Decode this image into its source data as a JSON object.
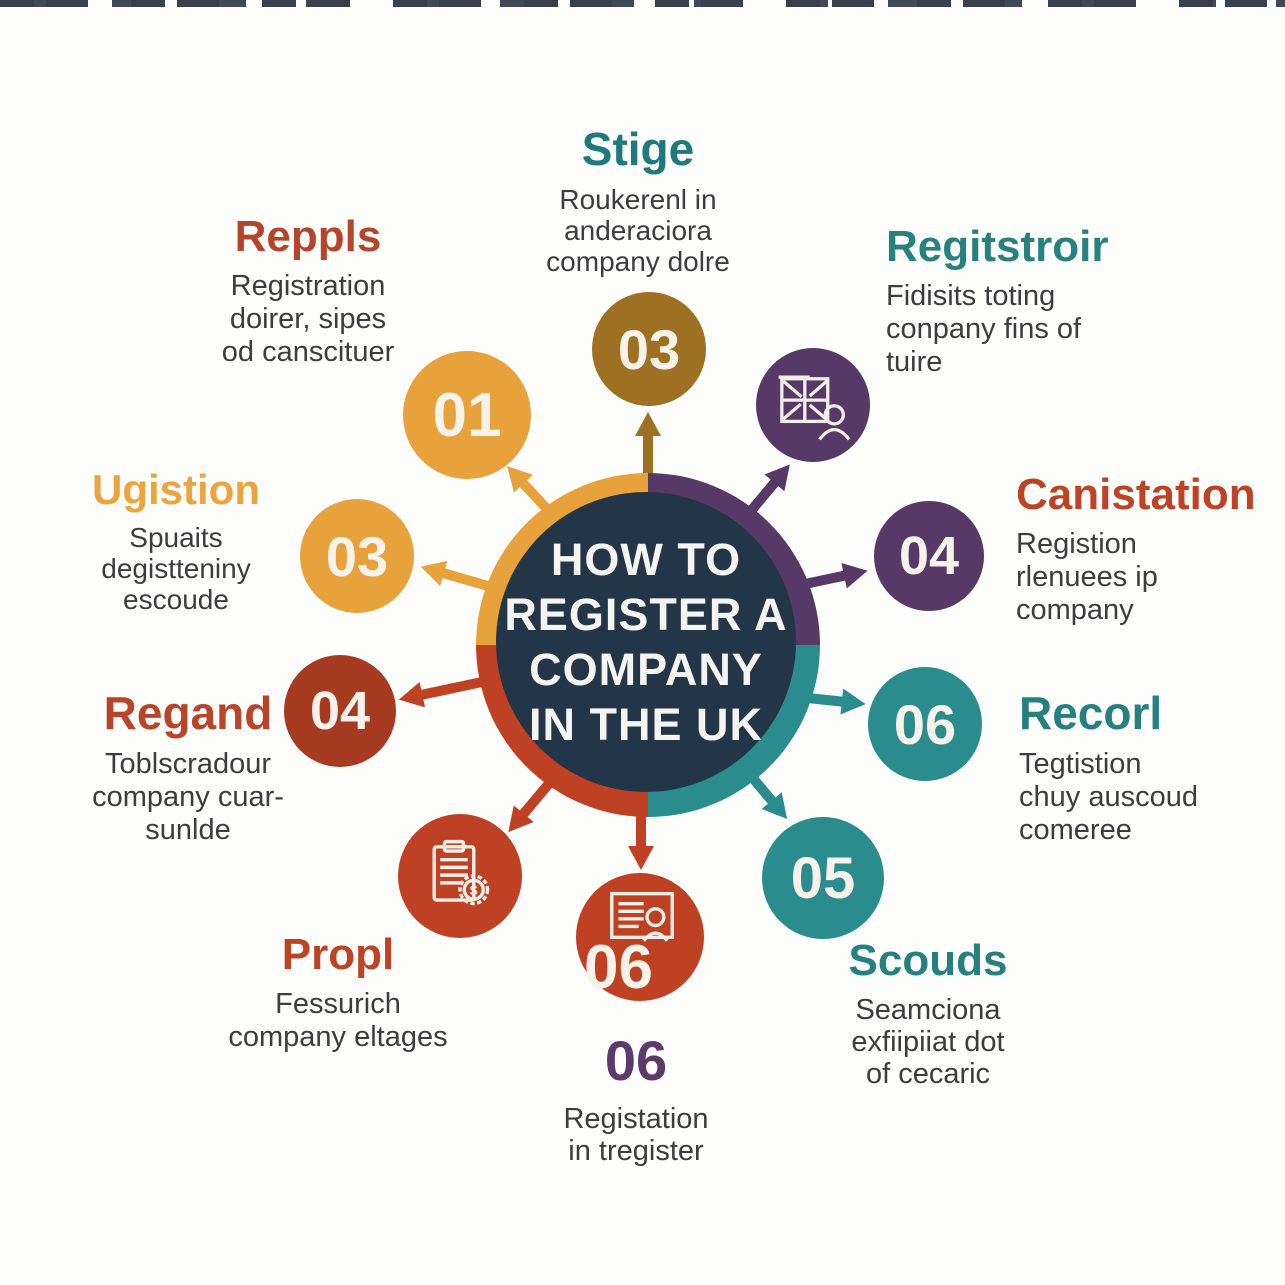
{
  "center": {
    "title_lines": [
      "HOW TO",
      "REGISTER A",
      "COMPANY",
      "IN THE UK"
    ],
    "bg_color": "#233648",
    "ring_colors": {
      "top_left": "#e8a23c",
      "top_right": "#573968",
      "bottom_right": "#2a8c8c",
      "bottom_left": "#bf4123"
    }
  },
  "circles": {
    "n01": {
      "label": "01",
      "color": "#e8a23c"
    },
    "n03_top": {
      "label": "03",
      "color": "#9e7122"
    },
    "n03_left": {
      "label": "03",
      "color": "#e8a23c"
    },
    "n04_right": {
      "label": "04",
      "color": "#573968"
    },
    "n04_left": {
      "label": "04",
      "color": "#a63b22"
    },
    "n05": {
      "label": "05",
      "color": "#2a8c8c"
    },
    "n06_right": {
      "label": "06",
      "color": "#2a8c8c"
    },
    "n06_bottom": {
      "label": "06",
      "color": "#bf4123",
      "icon": "certificate-person-icon"
    },
    "flag": {
      "icon": "uk-flag-person-icon",
      "color": "#573968"
    },
    "doc": {
      "icon": "clipboard-dollar-seal-icon",
      "color": "#bf4123"
    }
  },
  "callouts": {
    "top_center": {
      "title": "Stige",
      "title_color": "#1f7a7e",
      "lines": [
        "Roukerenl in",
        "anderaciora",
        "company dolre"
      ]
    },
    "top_left": {
      "title": "Reppls",
      "title_color": "#b5452a",
      "lines": [
        "Registration",
        "doirer, sipes",
        "od canscituer"
      ]
    },
    "top_right": {
      "title": "Regitstroir",
      "title_color": "#26817f",
      "lines": [
        "Fidisits toting",
        "conpany fins of",
        "tuire"
      ]
    },
    "mid_left": {
      "title": "Ugistion",
      "title_color": "#eba43e",
      "lines": [
        "Spuaits",
        "degistteniny",
        "escoude"
      ]
    },
    "mid_right": {
      "title": "Canistation",
      "title_color": "#bc4425",
      "lines": [
        "Registion",
        "rlenuees ip",
        "company"
      ]
    },
    "lower_left": {
      "title": "Regand",
      "title_color": "#b8442a",
      "lines": [
        "Toblscradour",
        "company cuar-",
        "sunlde"
      ]
    },
    "lower_right": {
      "title": "Recorl",
      "title_color": "#26807f",
      "lines": [
        "Tegtistion",
        "chuy auscoud",
        "comeree"
      ]
    },
    "bottom_left": {
      "title": "Propl",
      "title_color": "#bc4425",
      "lines": [
        "Fessurich",
        "company eltages"
      ]
    },
    "bottom_right": {
      "title": "Scouds",
      "title_color": "#26807f",
      "lines": [
        "Seamciona",
        "exfiipiiat dot",
        "of cecaric"
      ]
    },
    "bottom_center": {
      "number": "06",
      "number_color": "#5d3a6e",
      "lines": [
        "Registation",
        "in tregister"
      ]
    }
  }
}
